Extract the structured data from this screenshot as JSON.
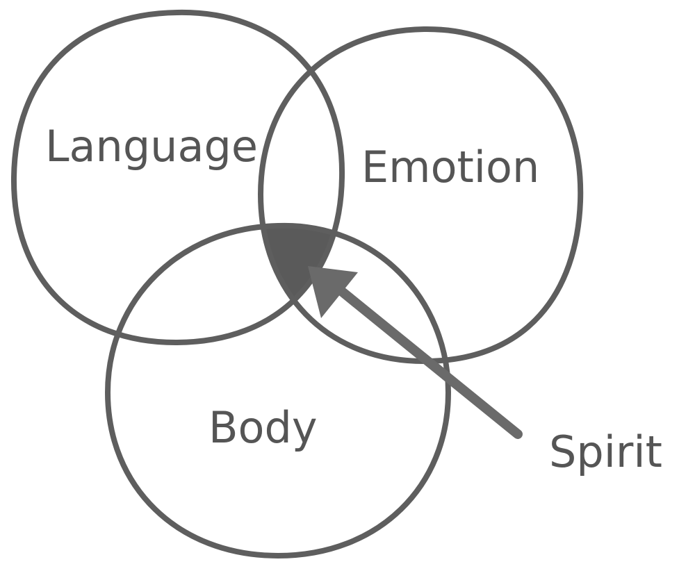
{
  "diagram": {
    "type": "venn",
    "sets": [
      {
        "id": "language",
        "label": "Language"
      },
      {
        "id": "emotion",
        "label": "Emotion"
      },
      {
        "id": "body",
        "label": "Body"
      }
    ],
    "highlight": {
      "region": [
        "language",
        "emotion",
        "body"
      ],
      "annotation": "Spirit"
    }
  },
  "colors": {
    "background": "#ffffff",
    "outline": "#5e5e5e",
    "text": "#555555",
    "intersection_fill": "#5a5a5a",
    "arrow": "#6a6a6a"
  }
}
